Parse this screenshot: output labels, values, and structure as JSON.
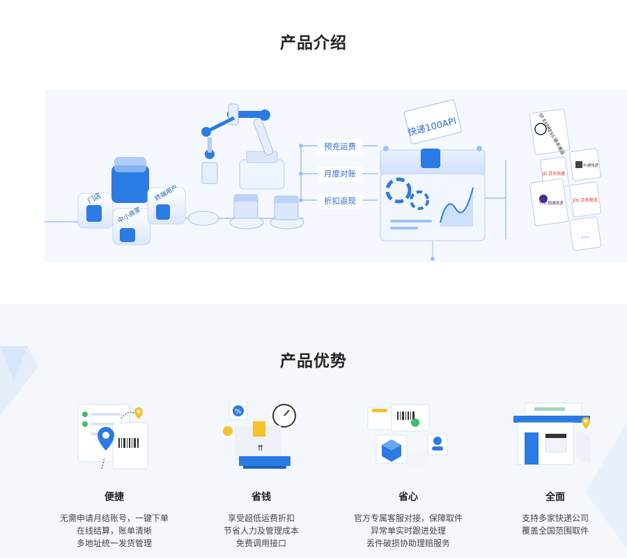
{
  "intro": {
    "title": "产品介绍",
    "nodes": {
      "store": "门店",
      "smb": "中小商家",
      "end_user": "终端用户"
    },
    "branches": [
      "预充运费",
      "月度对账",
      "折扣返现"
    ],
    "api_label": "快递100API",
    "carriers": [
      "SF EXPRESS 顺丰速运",
      "JD 京东快递",
      "中通快递",
      "JDL 京东物流",
      "YTO 圆通速递",
      "…"
    ]
  },
  "advantages": {
    "title": "产品优势",
    "items": [
      {
        "name": "便捷",
        "lines": [
          "无需申请月结账号，一键下单",
          "在线结算，账单清晰",
          "多地址统一发货管理"
        ]
      },
      {
        "name": "省钱",
        "lines": [
          "享受超低运费折扣",
          "节省人力及管理成本",
          "免费调用接口"
        ]
      },
      {
        "name": "省心",
        "lines": [
          "官方专属客服对接，保障取件",
          "异常单实时跟进处理",
          "丢件破损协助理赔服务"
        ]
      },
      {
        "name": "全面",
        "lines": [
          "支持多家快递公司",
          "覆盖全国范围取件"
        ]
      }
    ]
  },
  "colors": {
    "brand_blue": "#2a7be4",
    "light_blue": "#cfe0fb",
    "title": "#222222",
    "accent_yellow": "#f7c12c",
    "green": "#3cbf6a"
  }
}
